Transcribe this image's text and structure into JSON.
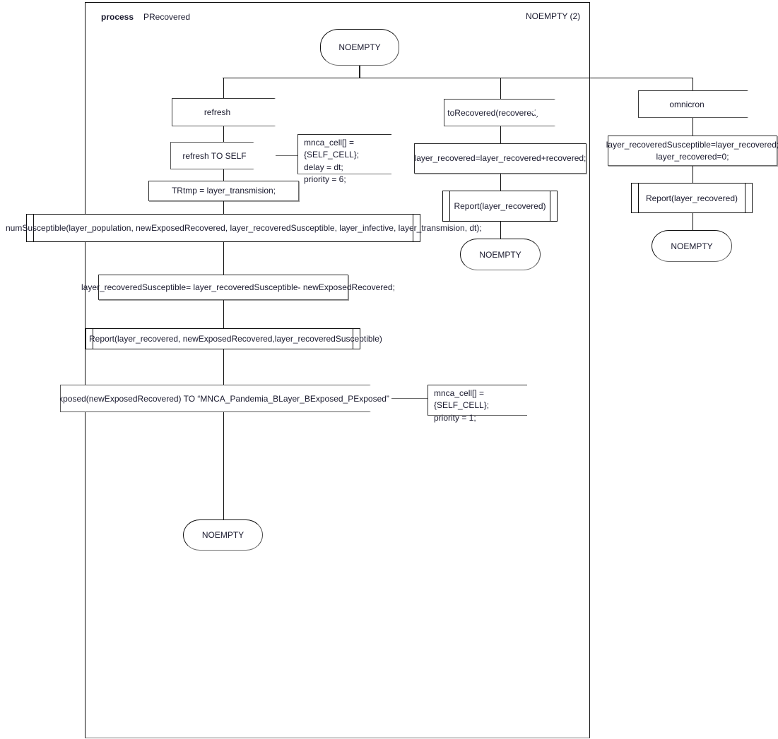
{
  "diagram": {
    "kind": "sdl-process-diagram",
    "frame": {
      "keyword": "process",
      "name": "PRecovered",
      "page_label": "NOEMPTY (2)"
    },
    "start_state": {
      "label": "NOEMPTY"
    },
    "branches": [
      {
        "id": "refresh-branch",
        "input": "refresh",
        "output": "refresh TO SELF",
        "output_comment": "mnca_cell[] = {SELF_CELL};\ndelay = dt;\npriority = 6;",
        "task_1": "TRtmp  = layer_transmision;",
        "procedure_call_1": "numSusceptible(layer_population, newExposedRecovered, layer_recoveredSusceptible, layer_infective, layer_transmision, dt);",
        "task_2": "layer_recoveredSusceptible= layer_recoveredSusceptible- newExposedRecovered;",
        "procedure_call_2": "Report(layer_recovered, newExposedRecovered,layer_recoveredSusceptible)",
        "output_2": "toExposed(newExposedRecovered) TO “MNCA_Pandemia_BLayer_BExposed_PExposed”",
        "output_2_comment": "mnca_cell[] = {SELF_CELL};\npriority = 1;",
        "end_state": "NOEMPTY"
      },
      {
        "id": "torecovered-branch",
        "input": "toRecovered(recovered)",
        "task_1": "layer_recovered=layer_recovered+recovered;",
        "procedure_call_1": "Report(layer_recovered)",
        "end_state": "NOEMPTY"
      },
      {
        "id": "omnicron-branch",
        "input": "omnicron",
        "task_1": "layer_recoveredSusceptible=layer_recovered;\nlayer_recovered=0;",
        "procedure_call_1": "Report(layer_recovered)",
        "end_state": "NOEMPTY"
      }
    ],
    "colors": {
      "line": "#111111",
      "symbol_border": "#5a5a5a",
      "text": "#1a1a2e",
      "background": "#ffffff"
    }
  }
}
